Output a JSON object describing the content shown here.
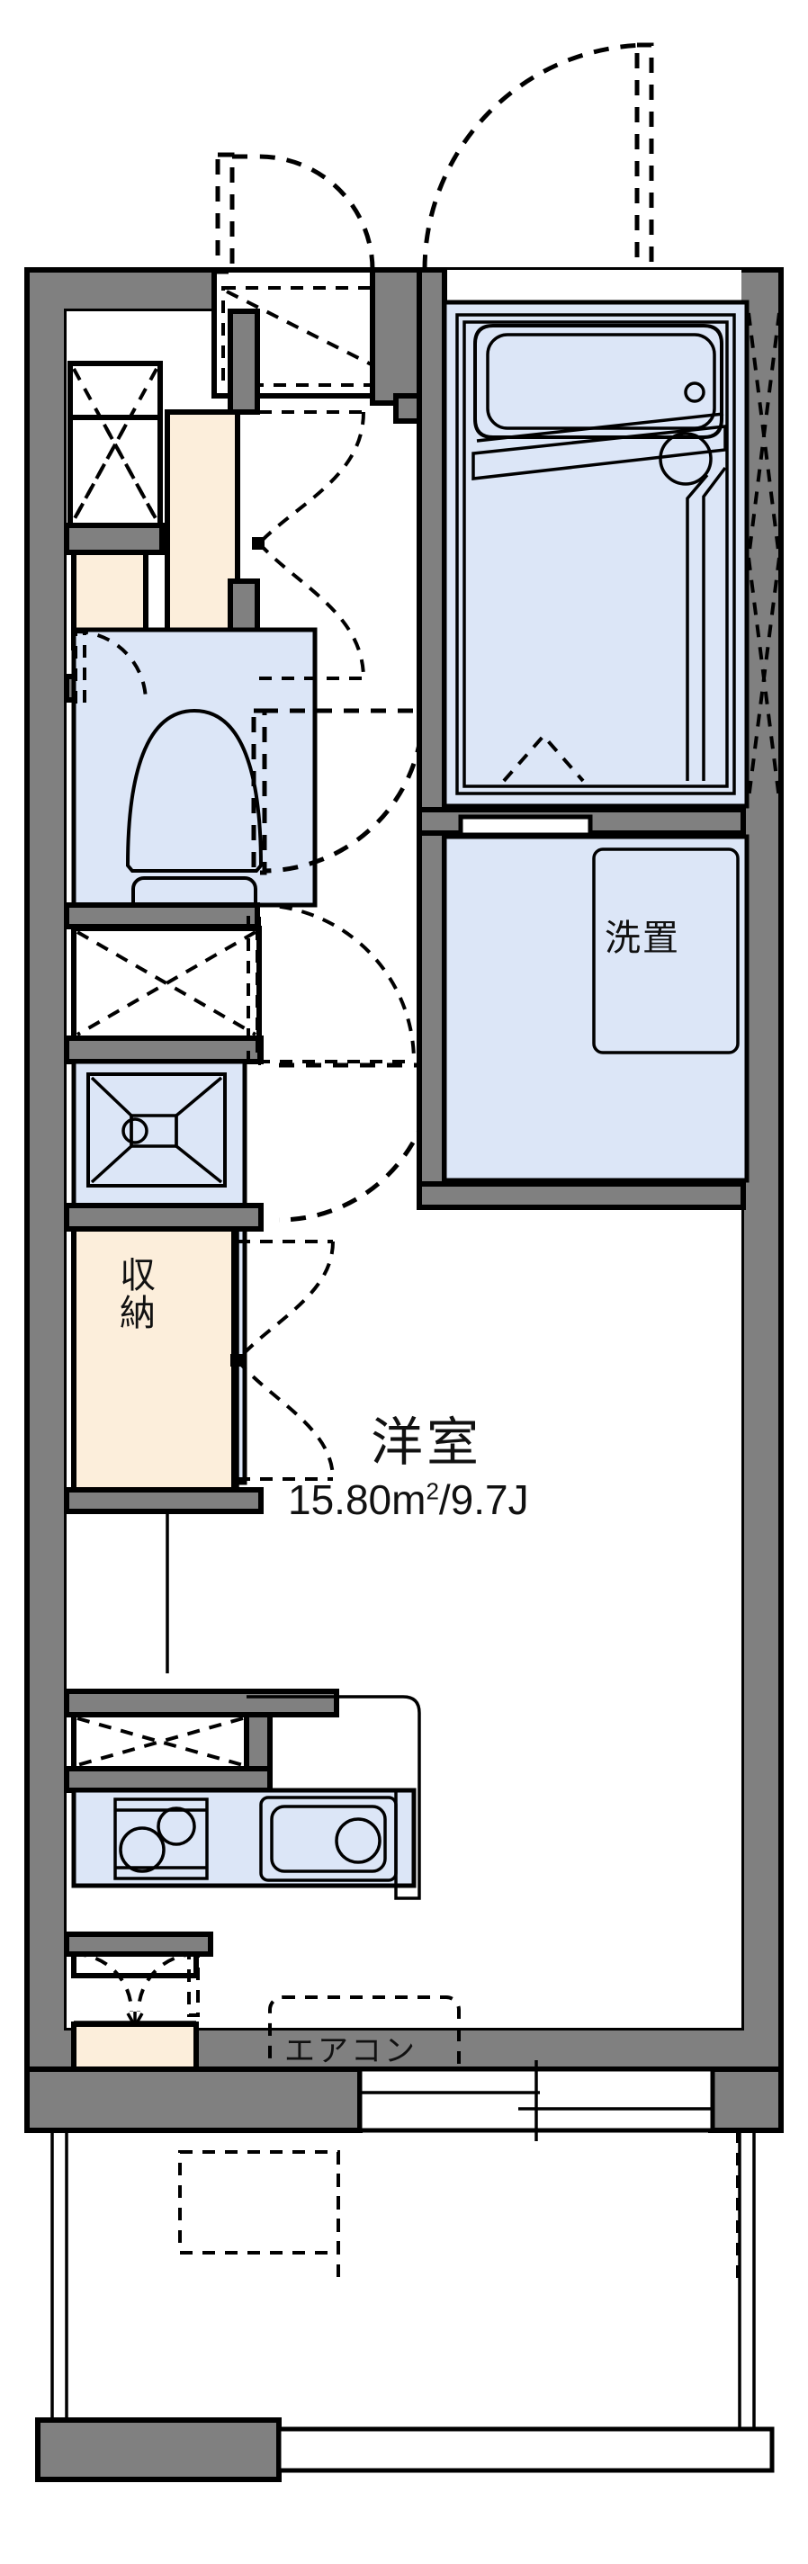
{
  "plan": {
    "type": "japanese-apartment-floor-plan",
    "layout_code": "1K",
    "colors": {
      "wall_fill": "#808080",
      "wall_stroke": "#000000",
      "fixture_fill": "#dce6f7",
      "storage_fill": "#fceedb",
      "floor_fill": "#ffffff",
      "line": "#000000",
      "background": "#ffffff"
    },
    "rooms": [
      {
        "id": "main-room",
        "name": "洋室",
        "area_metric": "15.80",
        "area_unit": "m",
        "area_superscript": "2",
        "area_separator": "/",
        "area_jo": "9.7J",
        "area_line": "15.80m2/9.7J"
      }
    ],
    "labels": {
      "main_room_name": "洋室",
      "main_room_area_prefix": "15.80m",
      "main_room_area_sup": "2",
      "main_room_area_suffix": "/9.7J",
      "closet": "収納",
      "washer": "洗置",
      "air_conditioner": "エアコン"
    },
    "fixtures": [
      {
        "id": "bath-unit",
        "name": "unit-bath-with-tub",
        "label": ""
      },
      {
        "id": "toilet",
        "name": "toilet",
        "label": ""
      },
      {
        "id": "vanity",
        "name": "wash-basin-vanity",
        "label": ""
      },
      {
        "id": "washer-place",
        "name": "washing-machine-space",
        "label": "洗置"
      },
      {
        "id": "kitchen-sink",
        "name": "kitchen-sink",
        "label": ""
      },
      {
        "id": "stove",
        "name": "two-burner-stove",
        "label": ""
      },
      {
        "id": "closet",
        "name": "closet-storage",
        "label": "収納"
      },
      {
        "id": "shoe-box",
        "name": "shoe-cabinet",
        "label": ""
      },
      {
        "id": "entrance-door",
        "name": "entrance-door",
        "label": ""
      },
      {
        "id": "balcony",
        "name": "balcony",
        "label": ""
      },
      {
        "id": "ac-unit",
        "name": "air-conditioner",
        "label": "エアコン"
      }
    ],
    "openings": [
      {
        "id": "entrance-door-swing",
        "name": "entrance-door"
      },
      {
        "id": "bath-door-swing",
        "name": "bath-room-door"
      },
      {
        "id": "toilet-door-swing",
        "name": "toilet-door"
      },
      {
        "id": "hall-door-swing",
        "name": "hallway-door"
      },
      {
        "id": "closet-door-folding",
        "name": "closet-folding-door"
      },
      {
        "id": "balcony-sliding-window",
        "name": "balcony-sliding-glass-door"
      }
    ]
  }
}
